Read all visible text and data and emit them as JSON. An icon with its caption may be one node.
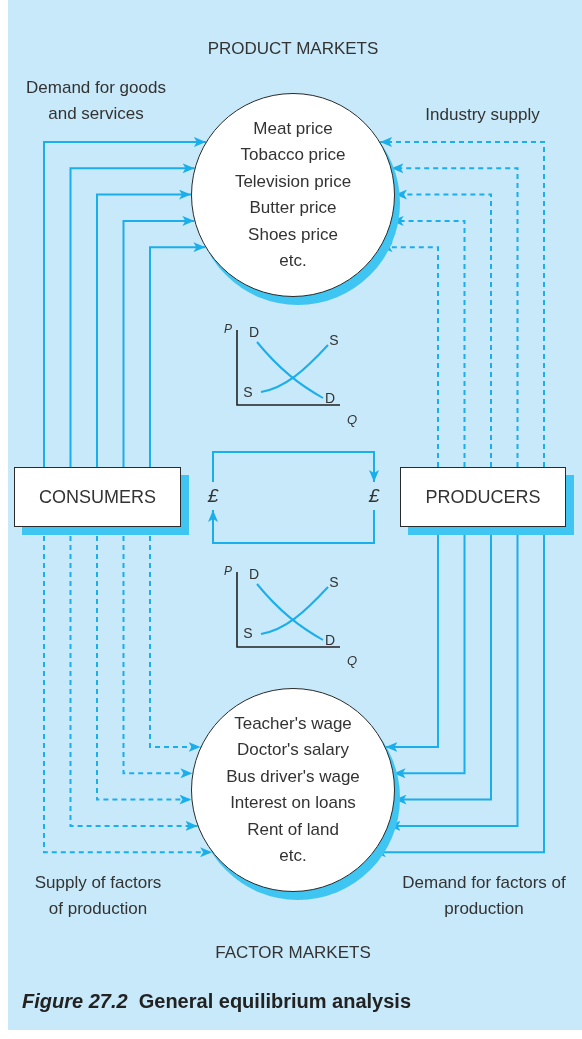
{
  "diagram": {
    "caption": "*Figure 27.2*  General equilibrium analysis",
    "nodes": [
      {
        "text": [
          "Meat price",
          "Tobacco price",
          "Television price",
          "Butter price",
          "Shoes price",
          "etc."
        ]
      },
      {
        "text": [
          "CONSUMERS"
        ]
      },
      {
        "text": [
          "£"
        ]
      },
      {
        "text": [
          "£"
        ]
      },
      {
        "text": [
          "PRODUCERS"
        ]
      },
      {
        "text": [
          "Teacher's wage",
          "Doctor's salary",
          "Bus driver's wage",
          "Interest on loans",
          "Rent of land",
          "etc."
        ]
      }
    ],
    "edges": [
      {
        "from": 1,
        "to": 0,
        "arrow": "to"
      },
      {
        "from": 1,
        "to": 0,
        "arrow": "to"
      },
      {
        "from": 1,
        "to": 0,
        "arrow": "to"
      },
      {
        "from": 1,
        "to": 0,
        "arrow": "to"
      },
      {
        "from": 1,
        "to": 0,
        "arrow": "to"
      },
      {
        "from": 4,
        "to": 0,
        "arrow": "to",
        "style": "dashed"
      },
      {
        "from": 4,
        "to": 0,
        "arrow": "to",
        "style": "dashed"
      },
      {
        "from": 4,
        "to": 0,
        "arrow": "to",
        "style": "dashed"
      },
      {
        "from": 4,
        "to": 0,
        "arrow": "to",
        "style": "dashed"
      },
      {
        "from": 4,
        "to": 0,
        "arrow": "to",
        "style": "dashed"
      },
      {
        "from": 2,
        "to": 3,
        "arrow": "to"
      },
      {
        "from": 3,
        "to": 2,
        "arrow": "to"
      },
      {
        "from": 1,
        "to": 5,
        "arrow": "to",
        "style": "dashed"
      },
      {
        "from": 1,
        "to": 5,
        "arrow": "to",
        "style": "dashed"
      },
      {
        "from": 1,
        "to": 5,
        "arrow": "to",
        "style": "dashed"
      },
      {
        "from": 1,
        "to": 5,
        "arrow": "to",
        "style": "dashed"
      },
      {
        "from": 1,
        "to": 5,
        "arrow": "to",
        "style": "dashed"
      },
      {
        "from": 4,
        "to": 5,
        "arrow": "to"
      },
      {
        "from": 4,
        "to": 5,
        "arrow": "to"
      },
      {
        "from": 4,
        "to": 5,
        "arrow": "to"
      },
      {
        "from": 4,
        "to": 5,
        "arrow": "to"
      },
      {
        "from": 4,
        "to": 5,
        "arrow": "to"
      }
    ],
    "labels": [
      "PRODUCT MARKETS",
      "Demand for goods and services",
      "Industry supply",
      "P",
      "D",
      "S",
      "S",
      "D",
      "Q",
      "P",
      "D",
      "S",
      "S",
      "D",
      "Q",
      "Supply of factors of production",
      "Demand for factors of production",
      "FACTOR MARKETS"
    ]
  }
}
